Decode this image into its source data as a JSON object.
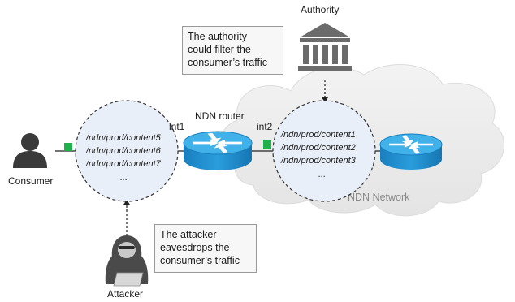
{
  "labels": {
    "authority": "Authority",
    "router": "NDN router",
    "network": "NDN Network",
    "consumer": "Consumer",
    "attacker": "Attacker",
    "int1": "int1",
    "int2": "int2"
  },
  "notes": {
    "authority": [
      "The authority",
      "could filter the",
      "consumer’s traffic"
    ],
    "attacker": [
      "The attacker",
      "eavesdrops the",
      "consumer’s traffic"
    ]
  },
  "left_table": [
    "/ndn/prod/content5",
    "/ndn/prod/content6",
    "/ndn/prod/content7",
    "..."
  ],
  "right_table": [
    "/ndn/prod/content1",
    "/ndn/prod/content2",
    "/ndn/prod/content3",
    "..."
  ],
  "icons": [
    "user-icon",
    "attacker-icon",
    "bank-icon",
    "router-icon",
    "packet-icon",
    "cloud-icon"
  ],
  "colors": {
    "packet": "#1fb24a",
    "router_body": "#1d8fd0",
    "router_top": "#41b1e9",
    "table_fill": "#e9eff8",
    "person": "#3a3a3a",
    "authority_icon": "#6b6b6b",
    "cloud": "#ececec"
  }
}
